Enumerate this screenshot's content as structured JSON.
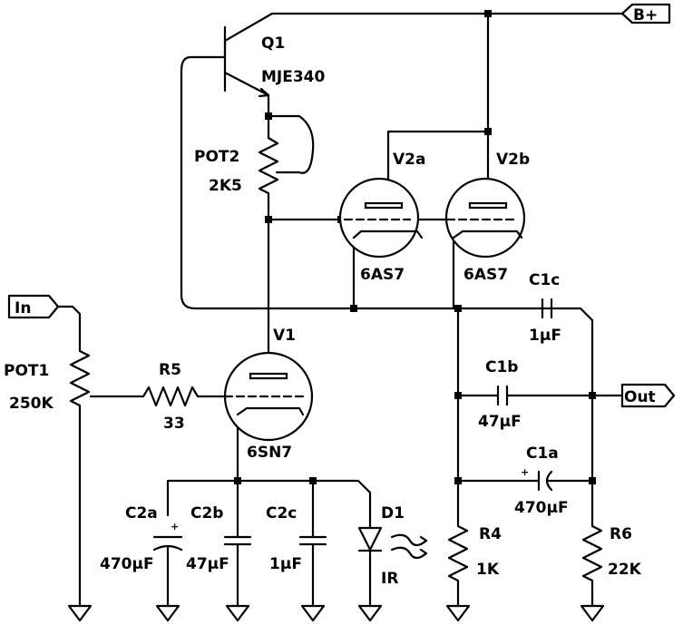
{
  "ports": {
    "bplus": "B+",
    "in": "In",
    "out": "Out"
  },
  "components": {
    "q1": {
      "ref": "Q1",
      "value": "MJE340"
    },
    "pot2": {
      "ref": "POT2",
      "value": "2K5"
    },
    "v2a": {
      "ref": "V2a",
      "value": "6AS7"
    },
    "v2b": {
      "ref": "V2b",
      "value": "6AS7"
    },
    "v1": {
      "ref": "V1",
      "value": "6SN7"
    },
    "pot1": {
      "ref": "POT1",
      "value": "250K"
    },
    "r5": {
      "ref": "R5",
      "value": "33"
    },
    "c1c": {
      "ref": "C1c",
      "value": "1µF"
    },
    "c1b": {
      "ref": "C1b",
      "value": "47µF"
    },
    "c1a": {
      "ref": "C1a",
      "value": "470µF"
    },
    "c2a": {
      "ref": "C2a",
      "value": "470µF"
    },
    "c2b": {
      "ref": "C2b",
      "value": "47µF"
    },
    "c2c": {
      "ref": "C2c",
      "value": "1µF"
    },
    "d1": {
      "ref": "D1",
      "value": "IR"
    },
    "r4": {
      "ref": "R4",
      "value": "1K"
    },
    "r6": {
      "ref": "R6",
      "value": "22K"
    }
  },
  "polarity_mark": "+"
}
